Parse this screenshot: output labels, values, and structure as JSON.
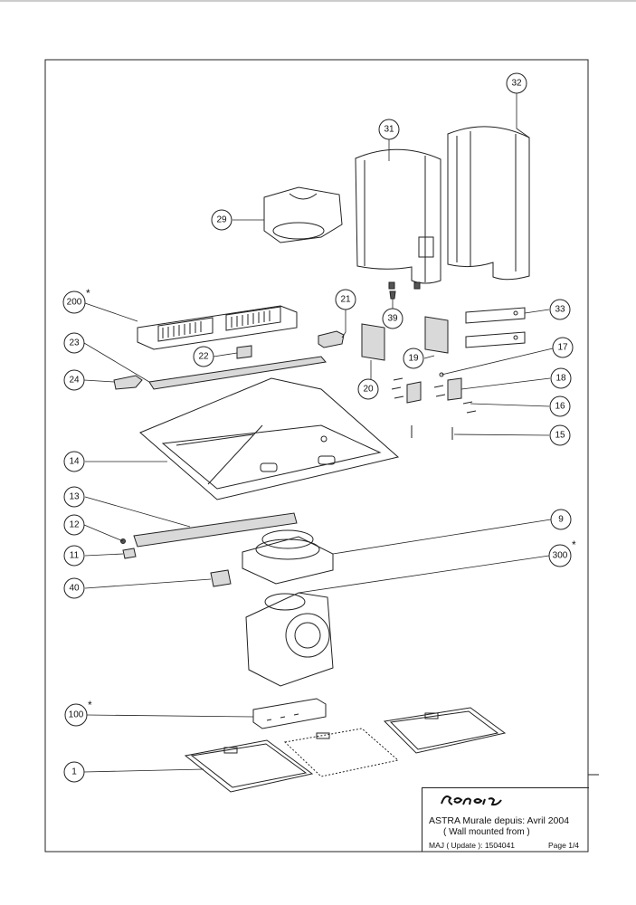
{
  "callouts": [
    {
      "label": "32"
    },
    {
      "label": "31"
    },
    {
      "label": "29"
    },
    {
      "label": "200"
    },
    {
      "label": "21"
    },
    {
      "label": "39"
    },
    {
      "label": "33"
    },
    {
      "label": "23"
    },
    {
      "label": "22"
    },
    {
      "label": "19"
    },
    {
      "label": "17"
    },
    {
      "label": "24"
    },
    {
      "label": "20"
    },
    {
      "label": "18"
    },
    {
      "label": "16"
    },
    {
      "label": "15"
    },
    {
      "label": "14"
    },
    {
      "label": "13"
    },
    {
      "label": "9"
    },
    {
      "label": "12"
    },
    {
      "label": "300"
    },
    {
      "label": "11"
    },
    {
      "label": "40"
    },
    {
      "label": "100"
    },
    {
      "label": "1"
    }
  ],
  "asterisk": "*",
  "title_block": {
    "brand": "Roblin",
    "title": "ASTRA Murale depuis: Avril 2004",
    "subtitle": "( Wall mounted from )",
    "update": "MAJ ( Update ): 1504041",
    "page": "Page 1/4"
  }
}
